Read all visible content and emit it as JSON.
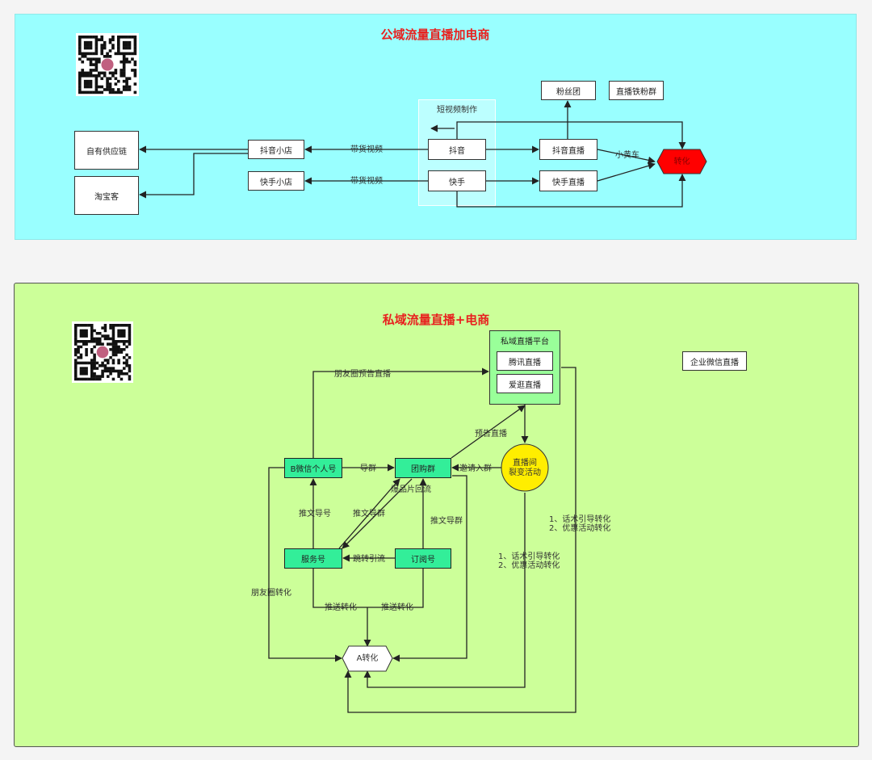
{
  "top": {
    "title": "公域流量直播加电商",
    "short_video_group": "短视频制作",
    "nodes": {
      "own_supply": "自有供应链",
      "taobao": "淘宝客",
      "douyin_shop": "抖音小店",
      "kuaishou_shop": "快手小店",
      "douyin": "抖音",
      "kuaishou": "快手",
      "douyin_live": "抖音直播",
      "kuaishou_live": "快手直播",
      "fan_group": "粉丝团",
      "live_fan_group": "直播铁粉群",
      "convert": "转化"
    },
    "edge_labels": {
      "douyin_goods": "带货视频",
      "kuaishou_goods": "带货视频",
      "cart": "小黄车"
    }
  },
  "bottom": {
    "title": "私域流量直播+电商",
    "platform_group": "私域直播平台",
    "nodes": {
      "tencent_live": "腾讯直播",
      "aikan_live": "爱逛直播",
      "wecom_live": "企业微信直播",
      "personal_wechat": "B微信个人号",
      "group_buy": "团购群",
      "service_account": "服务号",
      "subscription": "订阅号",
      "fission": "直播间\n裂变活动",
      "a_convert": "A转化"
    },
    "edge_labels": {
      "moments_preview": "朋友圈预告直播",
      "preview_live": "预告直播",
      "invite_group": "邀请入群",
      "guide_group": "导群",
      "replay": "爆品片回流",
      "push_guide": "推文导号",
      "push_group1": "推文导群",
      "push_group2": "推文导群",
      "jump_traffic": "跳转引流",
      "moments_convert": "朋友圈转化",
      "push_convert1": "推送转化",
      "push_convert2": "推送转化",
      "script_convert_a": "1、话术引导转化\n2、优惠活动转化",
      "script_convert_b": "1、话术引导转化\n2、优惠活动转化"
    }
  },
  "icons": [
    "qr-code-icon"
  ],
  "colors": {
    "top_bg": "#99ffff",
    "bottom_bg": "#ccff99",
    "title": "#e8211f",
    "convert": "#ff0000",
    "green_box": "#33ee99",
    "fission": "#ffee00"
  }
}
